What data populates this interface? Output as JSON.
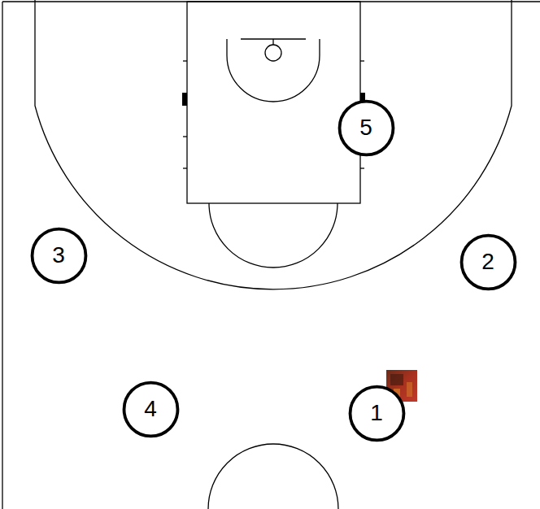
{
  "diagram": {
    "nodes": [
      {
        "text": [
          "5"
        ]
      },
      {
        "text": [
          "3"
        ]
      },
      {
        "text": [
          "2"
        ]
      },
      {
        "text": [
          "4"
        ]
      },
      {
        "text": [
          "1"
        ]
      }
    ]
  }
}
